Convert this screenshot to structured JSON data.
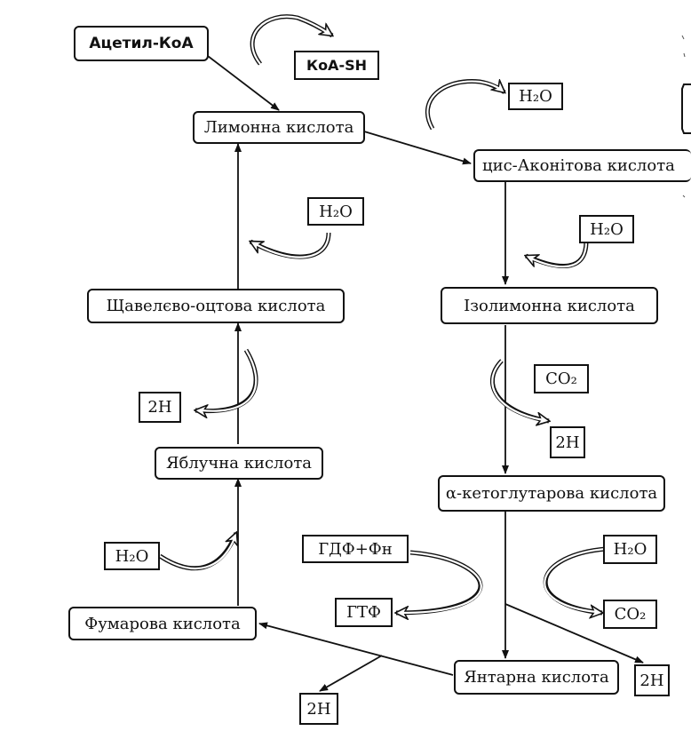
{
  "nodes": {
    "acetyl_coa": "Ацетил-КоА",
    "coa_sh": "КоА-SH",
    "citric": "Лимонна кислота",
    "h2o_1": "H₂O",
    "cis_aconitic": "цис-Аконітова кислота",
    "h2o_2": "H₂O",
    "h2o_3": "H₂O",
    "oxaloacetic": "Щавелєво-оцтова кислота",
    "isocitric": "Ізолимонна кислота",
    "co2_1": "CO₂",
    "two_h_1": "2H",
    "two_h_2": "2H",
    "malic": "Яблучна кислота",
    "alpha_ketoglutaric": "α-кетоглутарова кислота",
    "gdp_pi": "ГДФ+Фн",
    "h2o_4": "H₂O",
    "h2o_5": "H₂O",
    "gtp": "ГТФ",
    "co2_2": "CO₂",
    "fumaric": "Фумарова кислота",
    "succinic": "Янтарна кислота",
    "two_h_3": "2H",
    "two_h_4": "2H"
  }
}
